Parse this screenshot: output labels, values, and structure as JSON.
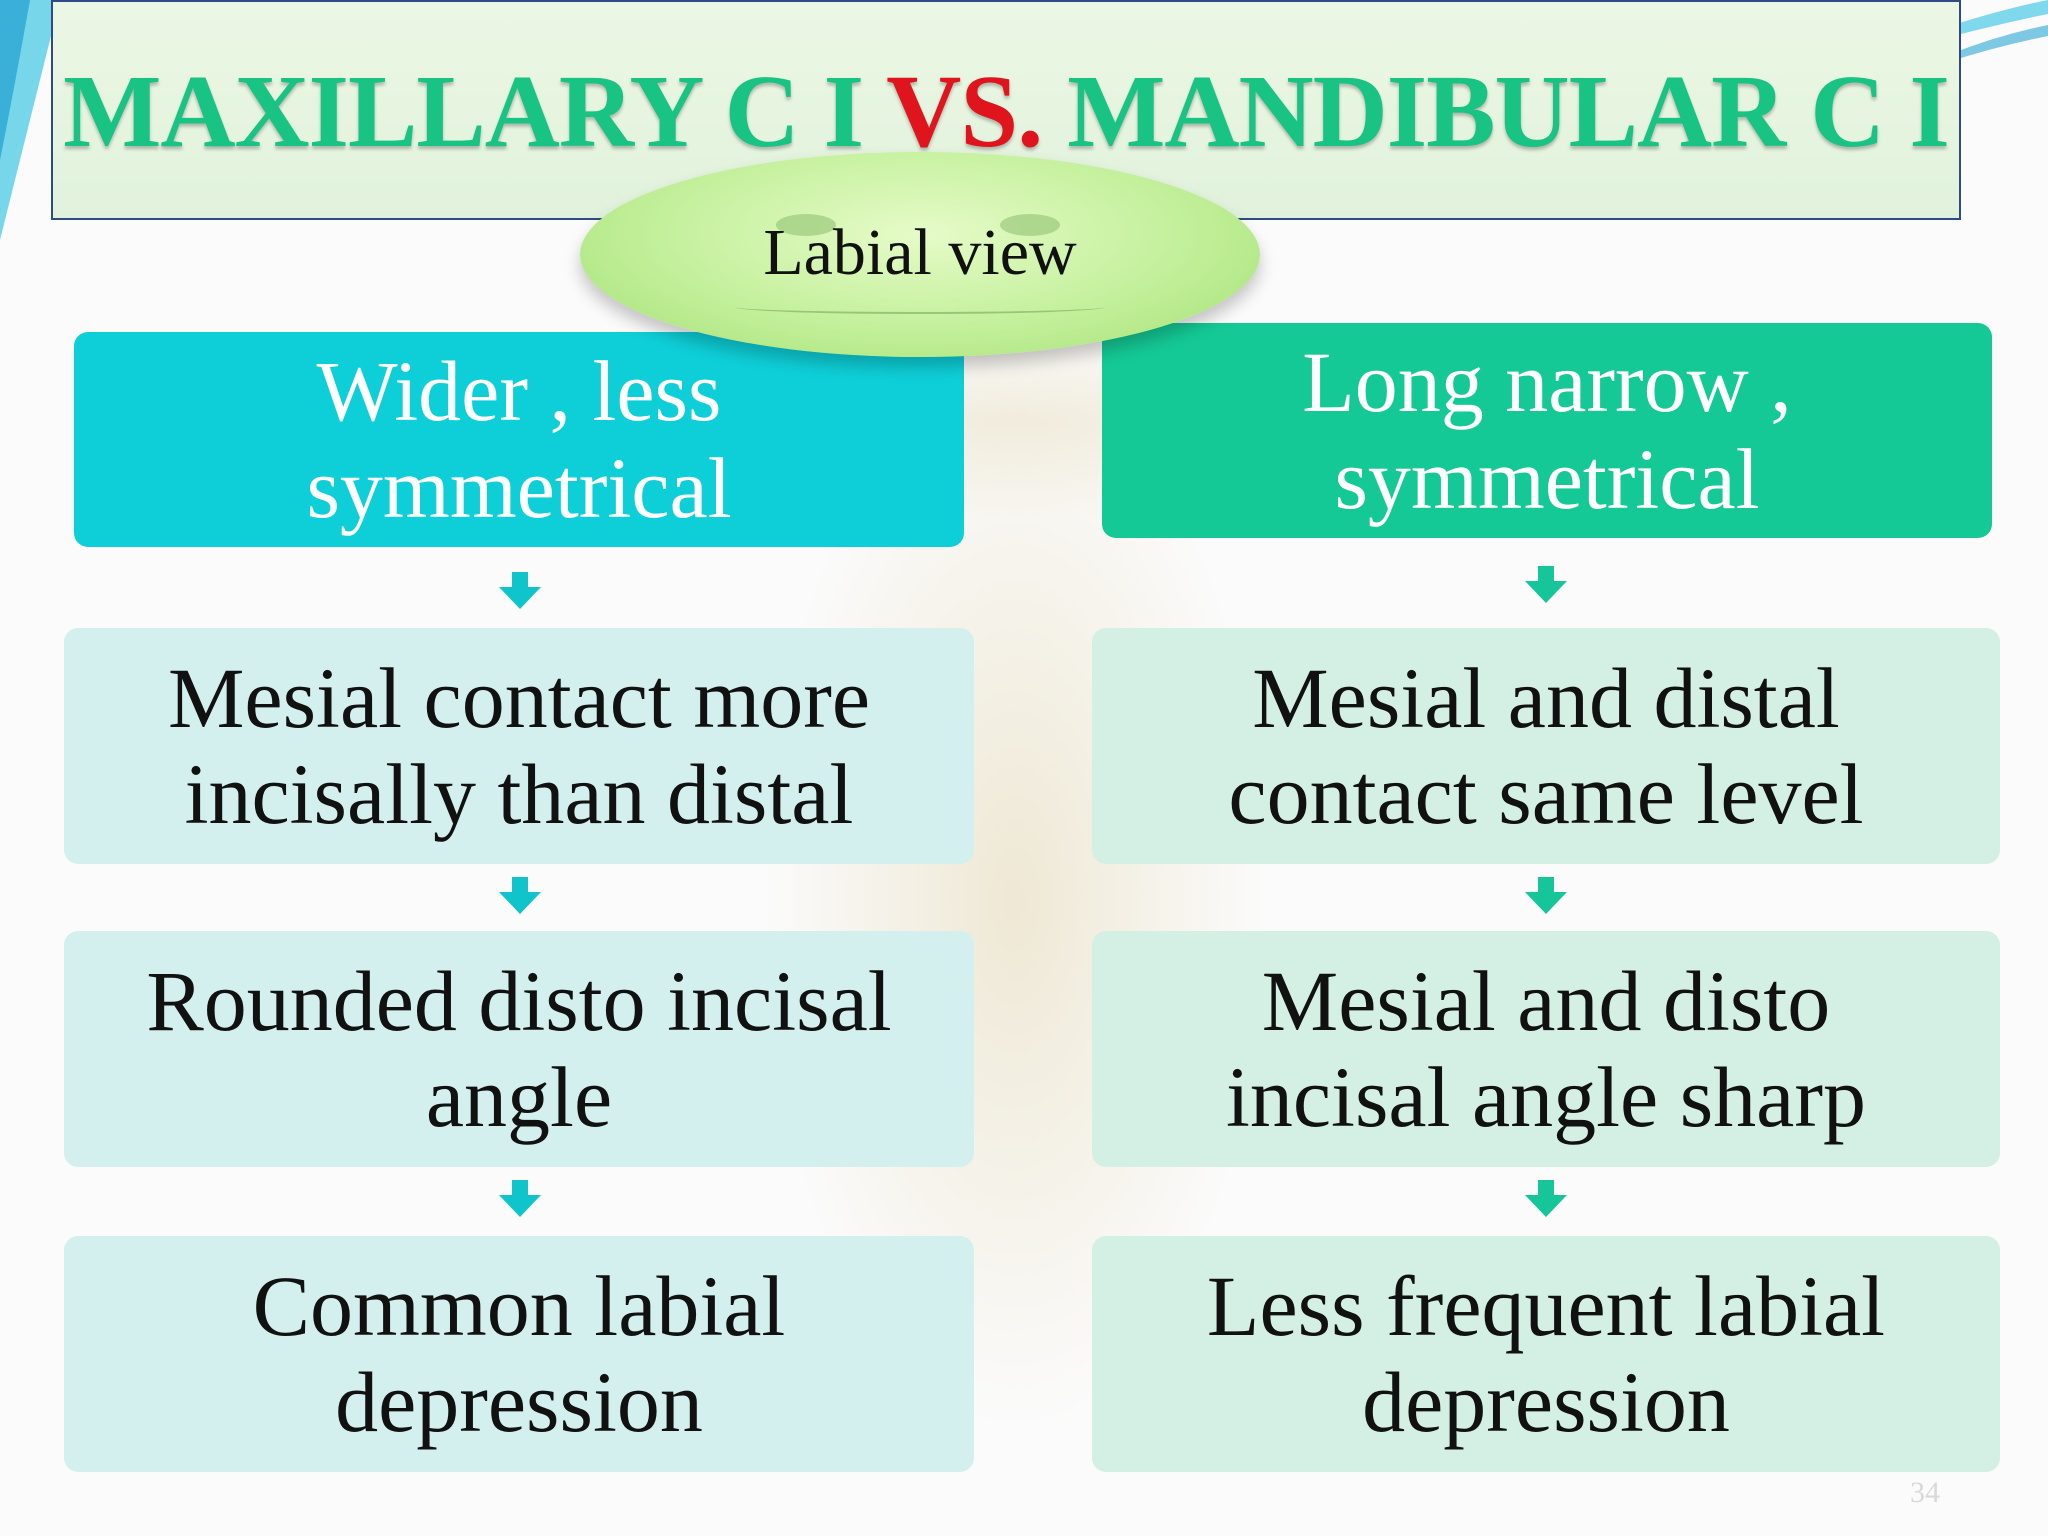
{
  "title": {
    "part1": "MAXILLARY C I ",
    "part2": "VS.",
    "part3": " MANDIBULAR C I"
  },
  "subtitle": "Labial view",
  "columns": {
    "maxillary": {
      "header": [
        "Wider , less",
        "symmetrical"
      ],
      "rows": [
        [
          "Mesial contact more",
          "incisally  than distal"
        ],
        [
          "Rounded disto incisal",
          "angle"
        ],
        [
          "Common labial",
          "depression"
        ]
      ]
    },
    "mandibular": {
      "header": [
        "Long narrow ,",
        "symmetrical"
      ],
      "rows": [
        [
          "Mesial and distal",
          "contact same level"
        ],
        [
          "Mesial and disto",
          "incisal angle sharp"
        ],
        [
          "Less frequent labial",
          "depression"
        ]
      ]
    }
  },
  "slide_number": "34",
  "colors": {
    "title_green": "#18c384",
    "title_red": "#e0141c",
    "left_header": "#0ecfd8",
    "right_header": "#14c995",
    "left_cell": "#d3f0ee",
    "right_cell": "#d4efe3"
  }
}
